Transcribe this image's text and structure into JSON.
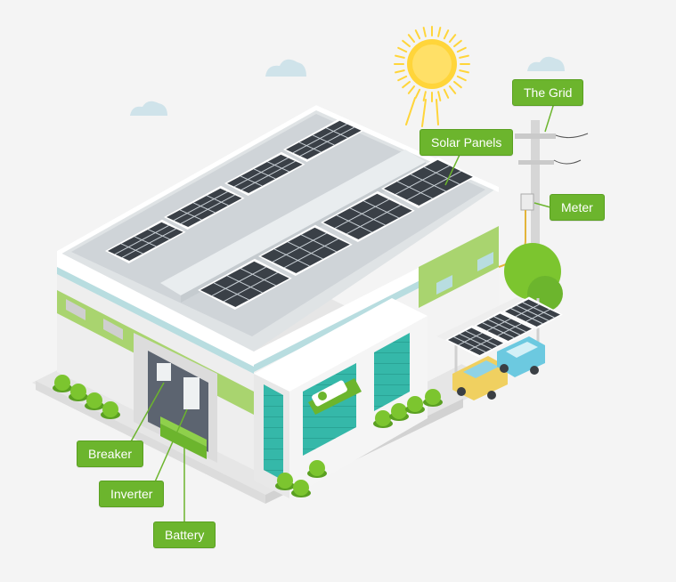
{
  "labels": {
    "the_grid": "The Grid",
    "solar_panels": "Solar Panels",
    "meter": "Meter",
    "breaker": "Breaker",
    "inverter": "Inverter",
    "battery": "Battery"
  },
  "icons": {
    "sun": "sun-icon",
    "cloud": "cloud-icon",
    "bush": "bush-icon",
    "car": "car-icon"
  },
  "colors": {
    "background": "#f4f4f4",
    "accent_green": "#6cb52d",
    "leader_line": "#6cb52d",
    "sun": "#ffd53a",
    "solar_panel": "#3a4047",
    "glass": "#2fb5a6",
    "car": "#f0d060",
    "car_blue": "#6cc9e0"
  }
}
